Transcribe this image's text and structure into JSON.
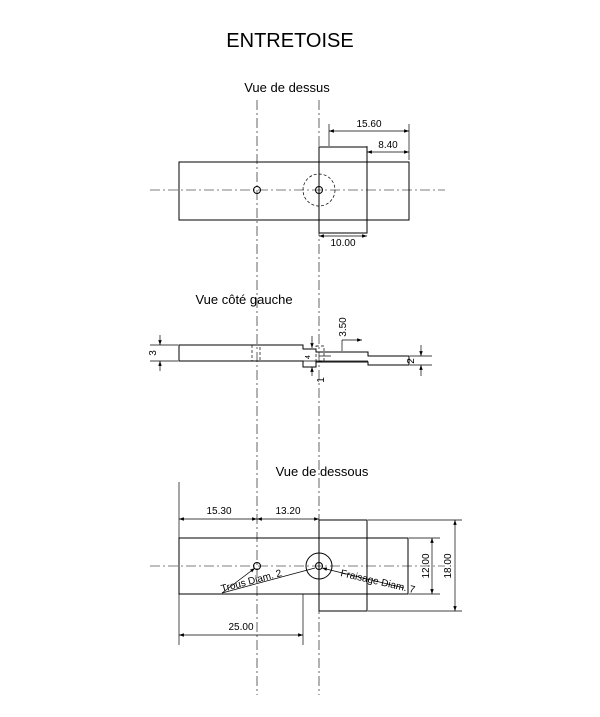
{
  "title": "ENTRETOISE",
  "views": {
    "top": {
      "title": "Vue de dessus",
      "dims": {
        "d1": "15.60",
        "d2": "8.40",
        "d3": "10.00"
      }
    },
    "side": {
      "title": "Vue côté gauche",
      "dims": {
        "d1": "3",
        "d2": "3.50",
        "d3": "2",
        "d4": "1",
        "d5": "4"
      }
    },
    "bottom": {
      "title": "Vue de dessous",
      "dims": {
        "d1": "15.30",
        "d2": "13.20",
        "d3": "25.00",
        "d4": "12.00",
        "d5": "18.00"
      },
      "notes": {
        "trous": "Trous Diam. 2",
        "fraisage": "Fraisage Diam. 7"
      }
    }
  }
}
